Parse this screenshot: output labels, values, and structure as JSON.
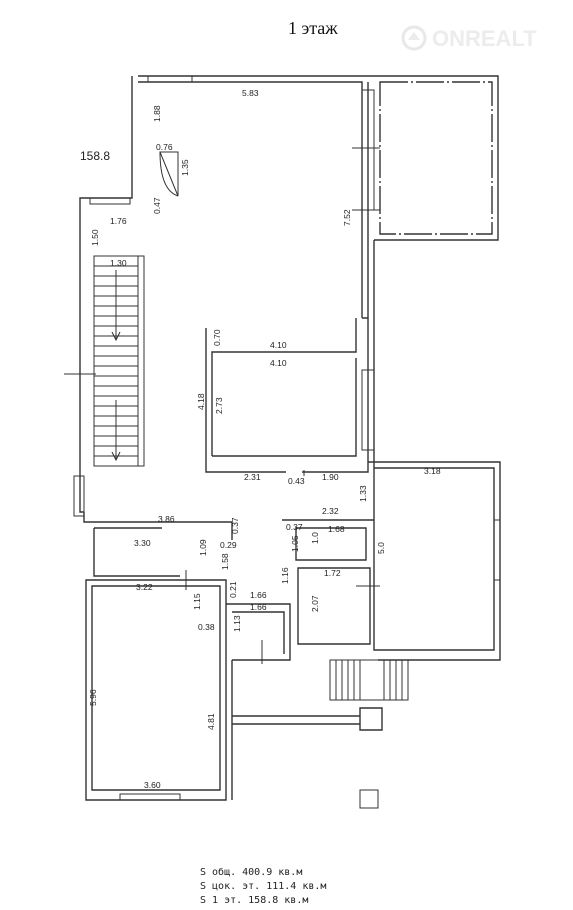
{
  "title": "1 этаж",
  "watermark": "ONREALT",
  "area_note": "158.8",
  "dimensions": {
    "top_room_width": "5.83",
    "wall_a": "1.88",
    "door_w": "0.76",
    "door_h": "1.35",
    "wall_b": "0.47",
    "stair_top": "1.76",
    "stair_side": "1.50",
    "stair_width": "1.30",
    "room_height": "7.52",
    "middle_offset": "0.70",
    "middle_top": "4.10",
    "middle_inner": "4.10",
    "middle_h_outer": "4.18",
    "middle_h_inner": "2.73",
    "corr_a": "2.31",
    "corr_b": "0.43",
    "corr_c": "1.90",
    "right_room_w": "3.18",
    "right_small_h": "1.33",
    "hall_w": "3.86",
    "niche_a": "0.37",
    "niche_b": "0.37",
    "bath_w": "2.32",
    "bath_small": "1.68",
    "bath_h1": "1.05",
    "bath_h2": "1.0",
    "right_room_h": "5.0",
    "closet_w": "3.30",
    "closet_h": "1.09",
    "closet_d": "0.29",
    "cell_h": "1.58",
    "cell_h2": "1.16",
    "cell_w": "1.72",
    "hall_b": "3.22",
    "gap_a": "0.21",
    "gap_b": "1.66",
    "gap_c": "1.66",
    "wc_h": "1.15",
    "wc_h2": "1.13",
    "cell_h3": "2.07",
    "wall_c": "0.38",
    "left_room_h": "5.96",
    "left_room_h2": "4.81",
    "left_room_w": "3.60"
  },
  "summary": {
    "total": "S общ. 400.9 кв.м",
    "basement": "S цок. эт. 111.4 кв.м",
    "floor1": "S 1 эт. 158.8 кв.м"
  }
}
